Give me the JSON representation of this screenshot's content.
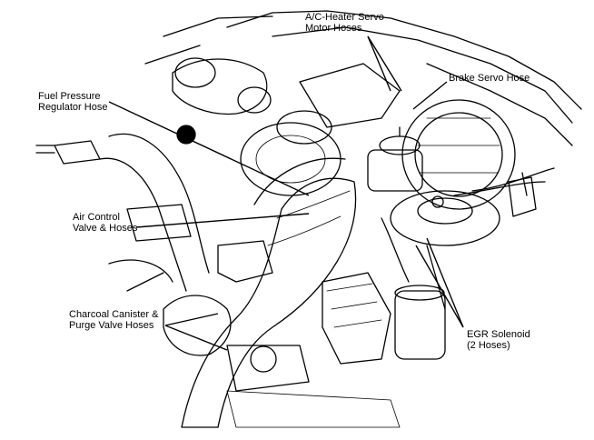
{
  "labels": {
    "ac_heater": {
      "line1": "A/C-Heater Servo",
      "line2": "Motor Hoses"
    },
    "brake_servo": {
      "line1": "Brake Servo Hose"
    },
    "fuel_pressure": {
      "line1": "Fuel Pressure",
      "line2": "Regulator Hose"
    },
    "air_control": {
      "line1": "Air Control",
      "line2": "Valve & Hoses"
    },
    "charcoal": {
      "line1": "Charcoal Canister &",
      "line2": "Purge Valve Hoses"
    },
    "egr": {
      "line1": "EGR Solenoid",
      "line2": "(2 Hoses)"
    }
  },
  "colors": {
    "ink": "#000000",
    "paper": "#ffffff"
  }
}
